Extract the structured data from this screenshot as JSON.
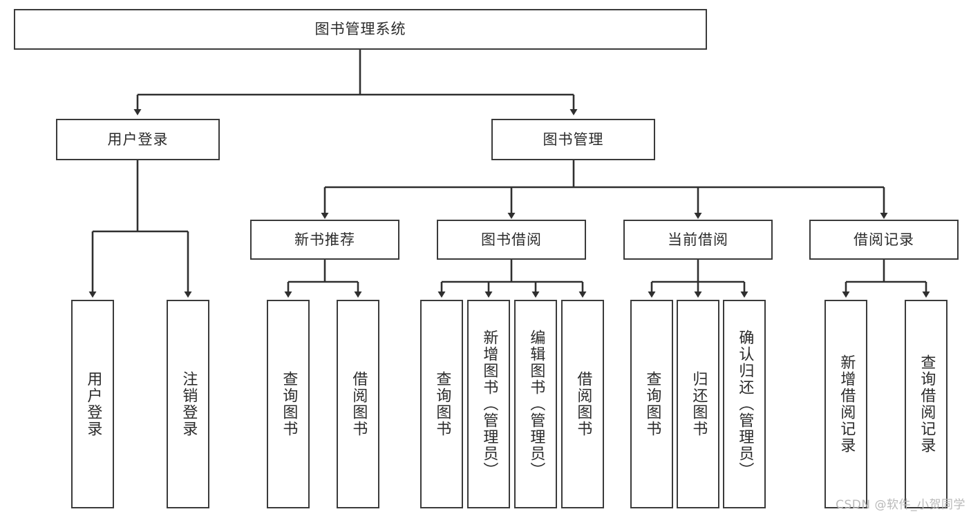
{
  "diagram": {
    "title": "图书管理系统",
    "type": "tree",
    "watermark": "CSDN @软件_小贺同学",
    "colors": {
      "box_border": "#3a3a3a",
      "box_fill": "#ffffff",
      "connector": "#2f2f2f",
      "text": "#2b2b2b",
      "watermark": "#b9b9b9",
      "background": "#ffffff"
    },
    "root": {
      "label": "图书管理系统"
    },
    "level2": [
      {
        "label": "用户登录"
      },
      {
        "label": "图书管理"
      }
    ],
    "level3": [
      {
        "label": "新书推荐"
      },
      {
        "label": "图书借阅"
      },
      {
        "label": "当前借阅"
      },
      {
        "label": "借阅记录"
      }
    ],
    "leaves": [
      {
        "label": "用户登录",
        "parent": "用户登录"
      },
      {
        "label": "注销登录",
        "parent": "用户登录"
      },
      {
        "label": "查询图书",
        "parent": "新书推荐"
      },
      {
        "label": "借阅图书",
        "parent": "新书推荐"
      },
      {
        "label": "查询图书",
        "parent": "图书借阅"
      },
      {
        "label": "新增图书（管理员）",
        "parent": "图书借阅"
      },
      {
        "label": "编辑图书（管理员）",
        "parent": "图书借阅"
      },
      {
        "label": "借阅图书",
        "parent": "图书借阅"
      },
      {
        "label": "查询图书",
        "parent": "当前借阅"
      },
      {
        "label": "归还图书",
        "parent": "当前借阅"
      },
      {
        "label": "确认归还（管理员）",
        "parent": "当前借阅"
      },
      {
        "label": "新增借阅记录",
        "parent": "借阅记录"
      },
      {
        "label": "查询借阅记录",
        "parent": "借阅记录"
      }
    ]
  }
}
